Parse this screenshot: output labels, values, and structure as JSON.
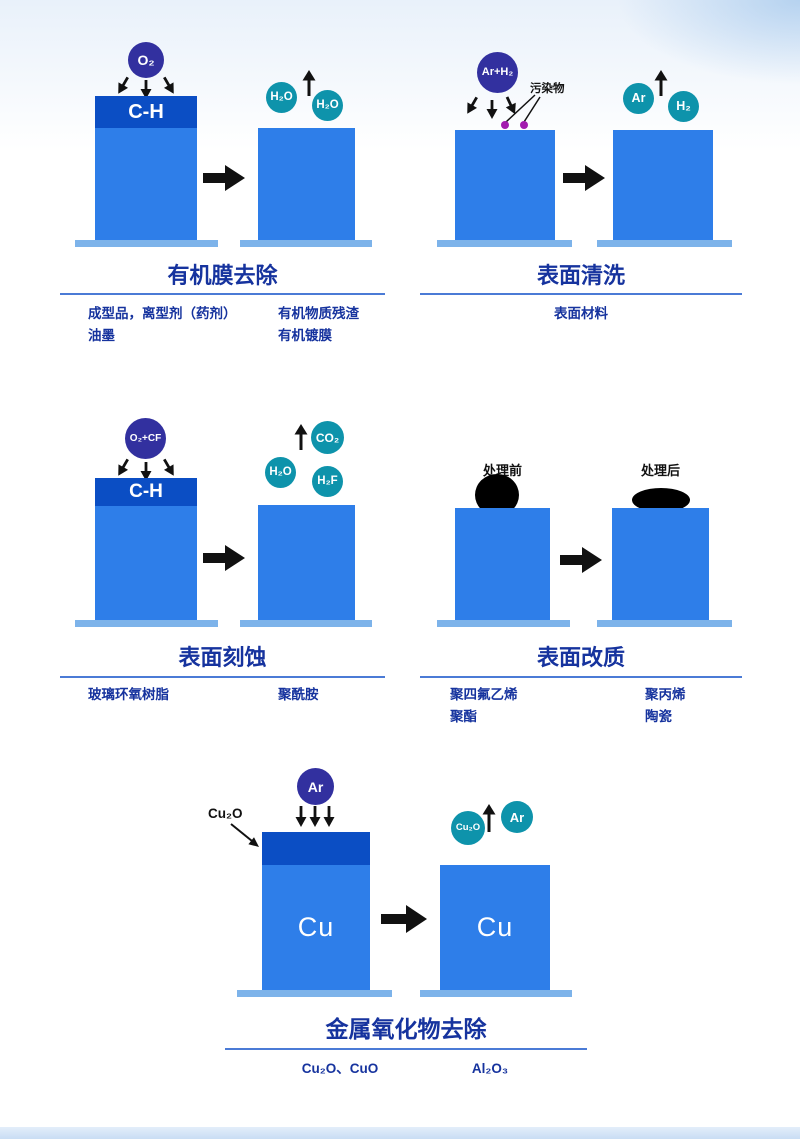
{
  "panel1": {
    "molecule": "O₂",
    "band": "C-H",
    "bubble_a": "H₂O",
    "bubble_b": "H₂O",
    "title": "有机膜去除",
    "cap_left_1": "成型品，离型剂（药剂）",
    "cap_left_2": "油墨",
    "cap_right_1": "有机物质残渣",
    "cap_right_2": "有机镀膜"
  },
  "panel2": {
    "molecule": "Ar+H₂",
    "pollutant_label": "污染物",
    "bubble_a": "Ar",
    "bubble_b": "H₂",
    "title": "表面清洗",
    "cap_center": "表面材料"
  },
  "panel3": {
    "molecule": "O₂+CF",
    "band": "C-H",
    "bubble_top": "CO₂",
    "bubble_a": "H₂O",
    "bubble_b": "H₂F",
    "title": "表面刻蚀",
    "cap_left": "玻璃环氧树脂",
    "cap_right": "聚酰胺"
  },
  "panel4": {
    "label_before": "处理前",
    "label_after": "处理后",
    "title": "表面改质",
    "cap_left_1": "聚四氟乙烯",
    "cap_left_2": "聚酯",
    "cap_right_1": "聚丙烯",
    "cap_right_2": "陶瓷"
  },
  "panel5": {
    "molecule": "Ar",
    "oxide_label": "Cu₂O",
    "metal_left": "Cu",
    "metal_right": "Cu",
    "bubble_a": "Cu₂O",
    "bubble_b": "Ar",
    "title": "金属氧化物去除",
    "cap_left": "Cu₂O、CuO",
    "cap_right": "Al₂O₃"
  },
  "colors": {
    "block_blue": "#2e7ee9",
    "band_dark_blue": "#0b4ec4",
    "base_light_blue": "#7db3ea",
    "molecule_indigo": "#32309f",
    "bubble_teal": "#0e93ab",
    "text_blue": "#16339e",
    "pollutant_dot_purple": "#a21caf"
  }
}
